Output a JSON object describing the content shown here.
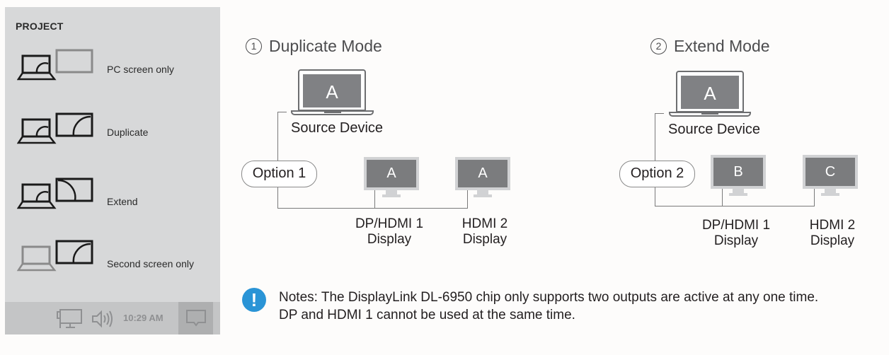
{
  "project_panel": {
    "title": "PROJECT",
    "items": [
      {
        "label": "PC screen only",
        "icon": "pc-screen-only-icon"
      },
      {
        "label": "Duplicate",
        "icon": "duplicate-icon"
      },
      {
        "label": "Extend",
        "icon": "extend-icon"
      },
      {
        "label": "Second screen only",
        "icon": "second-screen-only-icon"
      }
    ],
    "taskbar": {
      "time": "10:29 AM",
      "icons": [
        "network-display-icon",
        "speaker-volume-icon",
        "action-center-icon"
      ]
    }
  },
  "duplicate_mode": {
    "number": "1",
    "title": "Duplicate Mode",
    "source": {
      "screen_letter": "A",
      "label": "Source Device"
    },
    "option": "Option 1",
    "displays": [
      {
        "screen_letter": "A",
        "label_line1": "DP/HDMI 1",
        "label_line2": "Display"
      },
      {
        "screen_letter": "A",
        "label_line1": "HDMI 2",
        "label_line2": "Display"
      }
    ]
  },
  "extend_mode": {
    "number": "2",
    "title": "Extend Mode",
    "source": {
      "screen_letter": "A",
      "label": "Source Device"
    },
    "option": "Option 2",
    "displays": [
      {
        "screen_letter": "B",
        "label_line1": "DP/HDMI 1",
        "label_line2": "Display"
      },
      {
        "screen_letter": "C",
        "label_line1": "HDMI 2",
        "label_line2": "Display"
      }
    ]
  },
  "note": {
    "icon": "!",
    "line1": "Notes: The DisplayLink DL-6950 chip only supports two outputs are active at any one time.",
    "line2": "DP and HDMI 1 cannot be used at the same time."
  },
  "colors": {
    "panel_bg": "#d7d8d9",
    "taskbar_bg": "#c4c5c6",
    "screen_gray": "#7b7c7e",
    "note_blue": "#2a94d6"
  }
}
